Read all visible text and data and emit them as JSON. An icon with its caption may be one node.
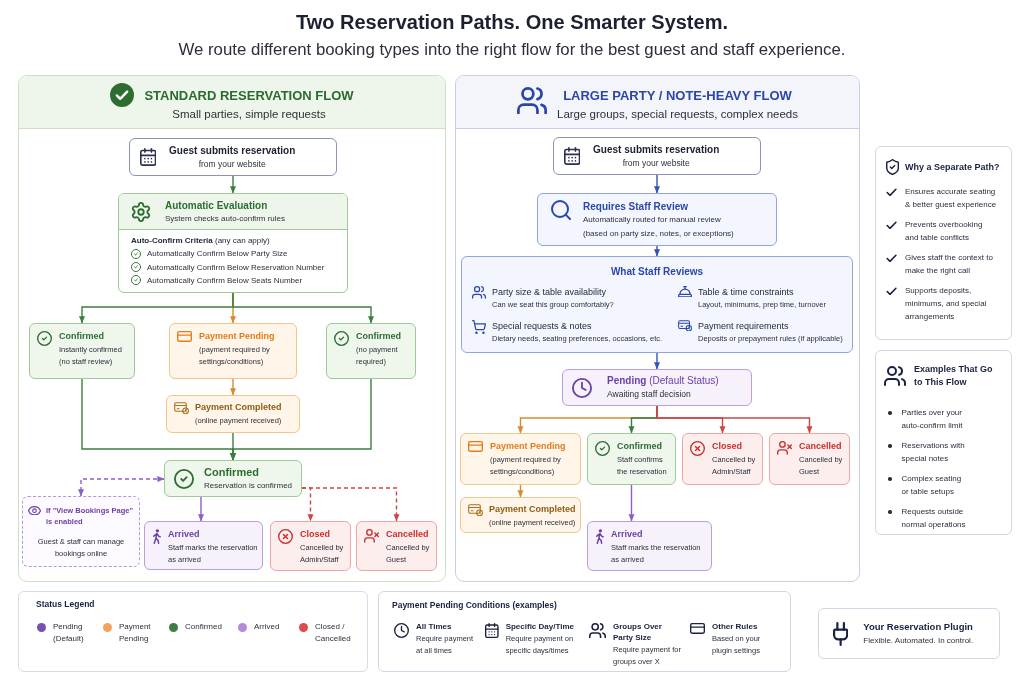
{
  "diagram": {
    "title": "Two Reservation Paths. One Smarter System.",
    "nodes": [
      {
        "text": [
          "STANDARD RESERVATION FLOW",
          "Small parties, simple requests"
        ]
      },
      {
        "text": [
          "Guest submits reservation",
          "from your website"
        ],
        "in": 0
      },
      {
        "text": [
          "Automatic Evaluation",
          "System checks auto-confirm rules",
          "**Auto-Confirm Criteria** (any can apply)",
          "Automatically Confirm Below Party Size",
          "Automatically Confirm Below Reservation Number",
          "Automatically Confirm Below Seats Number"
        ],
        "in": 0
      },
      {
        "text": [
          "Confirmed",
          "Instantly confirmed (no staff review)"
        ],
        "in": 0
      },
      {
        "text": [
          "Payment Pending",
          "(payment required by settings/conditions)"
        ],
        "in": 0
      },
      {
        "text": [
          "Confirmed",
          "(no payment required)"
        ],
        "in": 0
      },
      {
        "text": [
          "Payment Completed",
          "(online payment received)"
        ],
        "in": 0
      },
      {
        "text": [
          "Confirmed",
          "Reservation is confirmed"
        ],
        "in": 0
      },
      {
        "text": [
          "If \"View Bookings Page\" is enabled",
          "Guest & staff can manage bookings online"
        ],
        "in": 0
      },
      {
        "text": [
          "Arrived",
          "Staff marks the reservation as arrived"
        ],
        "in": 0
      },
      {
        "text": [
          "Closed",
          "Cancelled by Admin/Staff"
        ],
        "in": 0
      },
      {
        "text": [
          "Cancelled",
          "Cancelled by Guest"
        ],
        "in": 0
      },
      {
        "text": [
          "LARGE PARTY / NOTE-HEAVY FLOW",
          "Large groups, special requests, complex needs"
        ]
      },
      {
        "text": [
          "Guest submits reservation",
          "from your website"
        ],
        "in": 12
      },
      {
        "text": [
          "Requires Staff Review",
          "Automatically routed for manual review",
          "(based on party size, notes, or exceptions)"
        ],
        "in": 12
      },
      {
        "text": [
          "What Staff Reviews",
          "Party size & table availability",
          "Can we seat this group comfortably?",
          "Table & time constraints",
          "Layout, minimums, prep time, turnover",
          "Special requests & notes",
          "Dietary needs, seating preferences, occasions, etc.",
          "Payment requirements",
          "Deposits or prepayment rules (if applicable)"
        ],
        "in": 12
      },
      {
        "text": [
          "**Pending** (Default Status)",
          "Awaiting staff decision"
        ],
        "in": 12
      },
      {
        "text": [
          "Payment Pending",
          "(payment required by settings/conditions)"
        ],
        "in": 12
      },
      {
        "text": [
          "Confirmed",
          "Staff confirms the reservation"
        ],
        "in": 12
      },
      {
        "text": [
          "Closed",
          "Cancelled by Admin/Staff"
        ],
        "in": 12
      },
      {
        "text": [
          "Cancelled",
          "Cancelled by Guest"
        ],
        "in": 12
      },
      {
        "text": [
          "Payment Completed",
          "(online payment received)"
        ],
        "in": 12
      },
      {
        "text": [
          "Arrived",
          "Staff marks the reservation as arrived"
        ],
        "in": 12
      },
      {
        "text": [
          "Why a Separate Path?",
          "Ensures accurate seating & better guest experience",
          "Prevents overbooking and table conflicts",
          "Gives staff the context to make the right call",
          "Supports deposits, minimums, and special arrangements"
        ]
      },
      {
        "text": [
          "Examples That Go to This Flow",
          "Parties over your auto-confirm limit",
          "Reservations with special notes",
          "Complex seating or table setups",
          "Requests outside normal operations"
        ]
      },
      {
        "text": [
          "Payment Pending Conditions (examples)",
          "All Times",
          "Require payment at all times",
          "Specific Day/Time",
          "Require payment on specific days/times",
          "Groups Over Party Size",
          "Require payment for groups over X",
          "Other Rules",
          "Based on your plugin settings"
        ]
      },
      {
        "text": [
          "Your Reservation Plugin",
          "Flexible. Automated. In control."
        ]
      }
    ],
    "edges": [
      {
        "from": 1,
        "to": 2,
        "arrow": "to"
      },
      {
        "from": 2,
        "to": 3,
        "arrow": "to"
      },
      {
        "from": 2,
        "to": 4,
        "arrow": "to",
        "color": "#d98b2f"
      },
      {
        "from": 2,
        "to": 5,
        "arrow": "to"
      },
      {
        "from": 4,
        "to": 6,
        "arrow": "to",
        "color": "#d98b2f"
      },
      {
        "from": 3,
        "to": 7,
        "arrow": "to"
      },
      {
        "from": 6,
        "to": 7,
        "arrow": "to"
      },
      {
        "from": 5,
        "to": 7,
        "arrow": "to"
      },
      {
        "from": 7,
        "to": 8,
        "arrow": "both",
        "style": "dashed",
        "color": "#8b5fc7"
      },
      {
        "from": 7,
        "to": 9,
        "arrow": "to",
        "color": "#8b5fc7"
      },
      {
        "from": 7,
        "to": 10,
        "arrow": "to",
        "style": "dashed",
        "color": "#cf4545"
      },
      {
        "from": 7,
        "to": 11,
        "arrow": "to",
        "style": "dashed",
        "color": "#cf4545"
      },
      {
        "from": 13,
        "to": 14,
        "arrow": "to",
        "color": "#3552b5"
      },
      {
        "from": 14,
        "to": 15,
        "arrow": "to",
        "color": "#3552b5"
      },
      {
        "from": 15,
        "to": 16,
        "arrow": "to",
        "color": "#3552b5"
      },
      {
        "from": 16,
        "to": 17,
        "arrow": "to",
        "color": "#d98b2f"
      },
      {
        "from": 16,
        "to": 18,
        "arrow": "to"
      },
      {
        "from": 16,
        "to": 19,
        "arrow": "to",
        "color": "#cf4545"
      },
      {
        "from": 16,
        "to": 20,
        "arrow": "to",
        "color": "#cf4545"
      },
      {
        "from": 17,
        "to": 21,
        "arrow": "to",
        "color": "#d98b2f"
      },
      {
        "from": 18,
        "to": 22,
        "arrow": "to",
        "color": "#8b5fc7"
      }
    ],
    "labels": [
      "We route different booking types into the right flow for the best guest and staff experience.",
      "Status Legend"
    ],
    "legend": [
      {
        "text": "Pending (Default)",
        "color": "#7a4fb0"
      },
      {
        "text": "Payment Pending",
        "color": "#f2a25e"
      },
      {
        "text": "Confirmed",
        "color": "#3f7f46"
      },
      {
        "text": "Arrived",
        "color": "#b28bdb"
      },
      {
        "text": "Closed / Cancelled",
        "color": "#dc4c4c"
      }
    ]
  }
}
